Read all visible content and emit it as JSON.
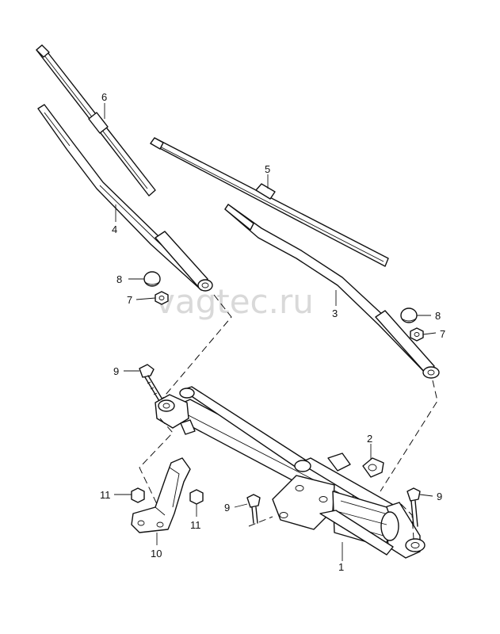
{
  "watermark": "vagtec.ru",
  "callouts": {
    "c1": "1",
    "c2": "2",
    "c3": "3",
    "c4": "4",
    "c5": "5",
    "c6": "6",
    "c7a": "7",
    "c7b": "7",
    "c8a": "8",
    "c8b": "8",
    "c9a": "9",
    "c9b": "9",
    "c9c": "9",
    "c10": "10",
    "c11a": "11",
    "c11b": "11"
  }
}
